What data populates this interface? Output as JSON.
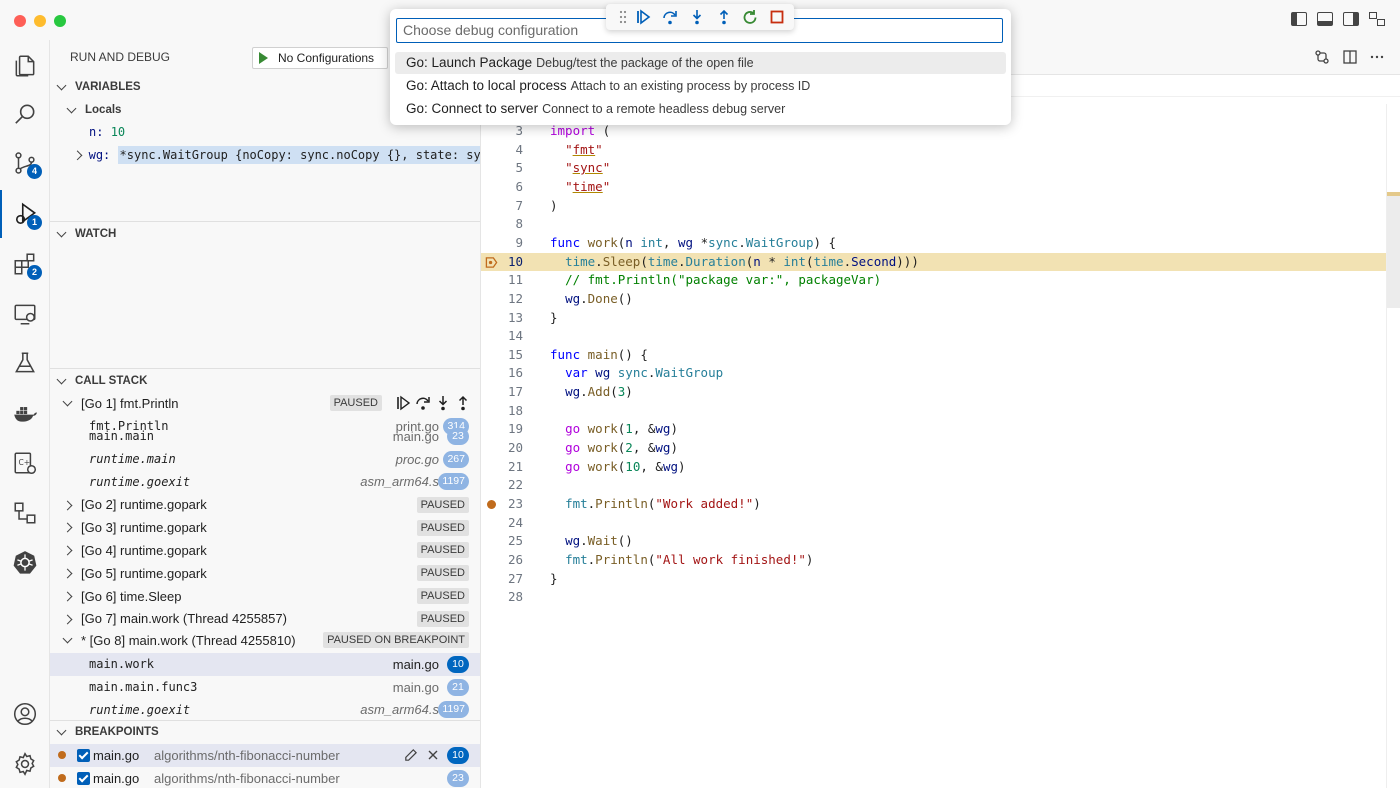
{
  "sidebar": {
    "title": "RUN AND DEBUG",
    "config_label": "No Configurations",
    "variables": {
      "header": "VARIABLES",
      "scope": "Locals",
      "n_name": "n:",
      "n_value": "10",
      "wg_name": "wg:",
      "wg_value": "*sync.WaitGroup {noCopy: sync.noCopy {}, state: sync…"
    },
    "watch_header": "WATCH",
    "call_stack": {
      "header": "CALL STACK",
      "thread1": {
        "label": "[Go 1] fmt.Println",
        "status": "PAUSED"
      },
      "partial_frame": {
        "name": "fmt.Println",
        "file": "print.go",
        "line": "314"
      },
      "frames1": [
        {
          "name": "main.main",
          "file": "main.go",
          "line": "23"
        },
        {
          "name": "runtime.main",
          "file": "proc.go",
          "line": "267"
        },
        {
          "name": "runtime.goexit",
          "file": "asm_arm64.s",
          "line": "1197"
        }
      ],
      "threads": [
        {
          "label": "[Go 2] runtime.gopark",
          "status": "PAUSED"
        },
        {
          "label": "[Go 3] runtime.gopark",
          "status": "PAUSED"
        },
        {
          "label": "[Go 4] runtime.gopark",
          "status": "PAUSED"
        },
        {
          "label": "[Go 5] runtime.gopark",
          "status": "PAUSED"
        },
        {
          "label": "[Go 6] time.Sleep",
          "status": "PAUSED"
        },
        {
          "label": "[Go 7] main.work (Thread 4255857)",
          "status": "PAUSED"
        }
      ],
      "thread8": {
        "label": "* [Go 8] main.work (Thread 4255810)",
        "status": "PAUSED ON BREAKPOINT"
      },
      "frames8": [
        {
          "name": "main.work",
          "file": "main.go",
          "line": "10"
        },
        {
          "name": "main.main.func3",
          "file": "main.go",
          "line": "21"
        },
        {
          "name": "runtime.goexit",
          "file": "asm_arm64.s",
          "line": "1197"
        }
      ]
    },
    "breakpoints": {
      "header": "BREAKPOINTS",
      "items": [
        {
          "file": "main.go",
          "path": "algorithms/nth-fibonacci-number",
          "line": "10"
        },
        {
          "file": "main.go",
          "path": "algorithms/nth-fibonacci-number",
          "line": "23"
        }
      ]
    }
  },
  "activity": {
    "badges": {
      "source_control": "4",
      "run_debug": "1",
      "extensions": "2"
    }
  },
  "quick_pick": {
    "placeholder": "Choose debug configuration",
    "items": [
      {
        "label": "Go: Launch Package",
        "description": "Debug/test the package of the open file"
      },
      {
        "label": "Go: Attach to local process",
        "description": "Attach to an existing process by process ID"
      },
      {
        "label": "Go: Connect to server",
        "description": "Connect to a remote headless debug server"
      }
    ]
  },
  "editor": {
    "line_numbers": [
      "3",
      "4",
      "5",
      "6",
      "7",
      "8",
      "9",
      "10",
      "11",
      "12",
      "13",
      "14",
      "15",
      "16",
      "17",
      "18",
      "19",
      "20",
      "21",
      "22",
      "23",
      "24",
      "25",
      "26",
      "27",
      "28"
    ],
    "current_line": "10"
  },
  "colors": {
    "accent": "#005fb8",
    "breakpoint": "#c06b1c",
    "current_line_highlight": "#f2e2b3",
    "continue_green": "#388a34",
    "stop_red": "#c72e0f"
  }
}
